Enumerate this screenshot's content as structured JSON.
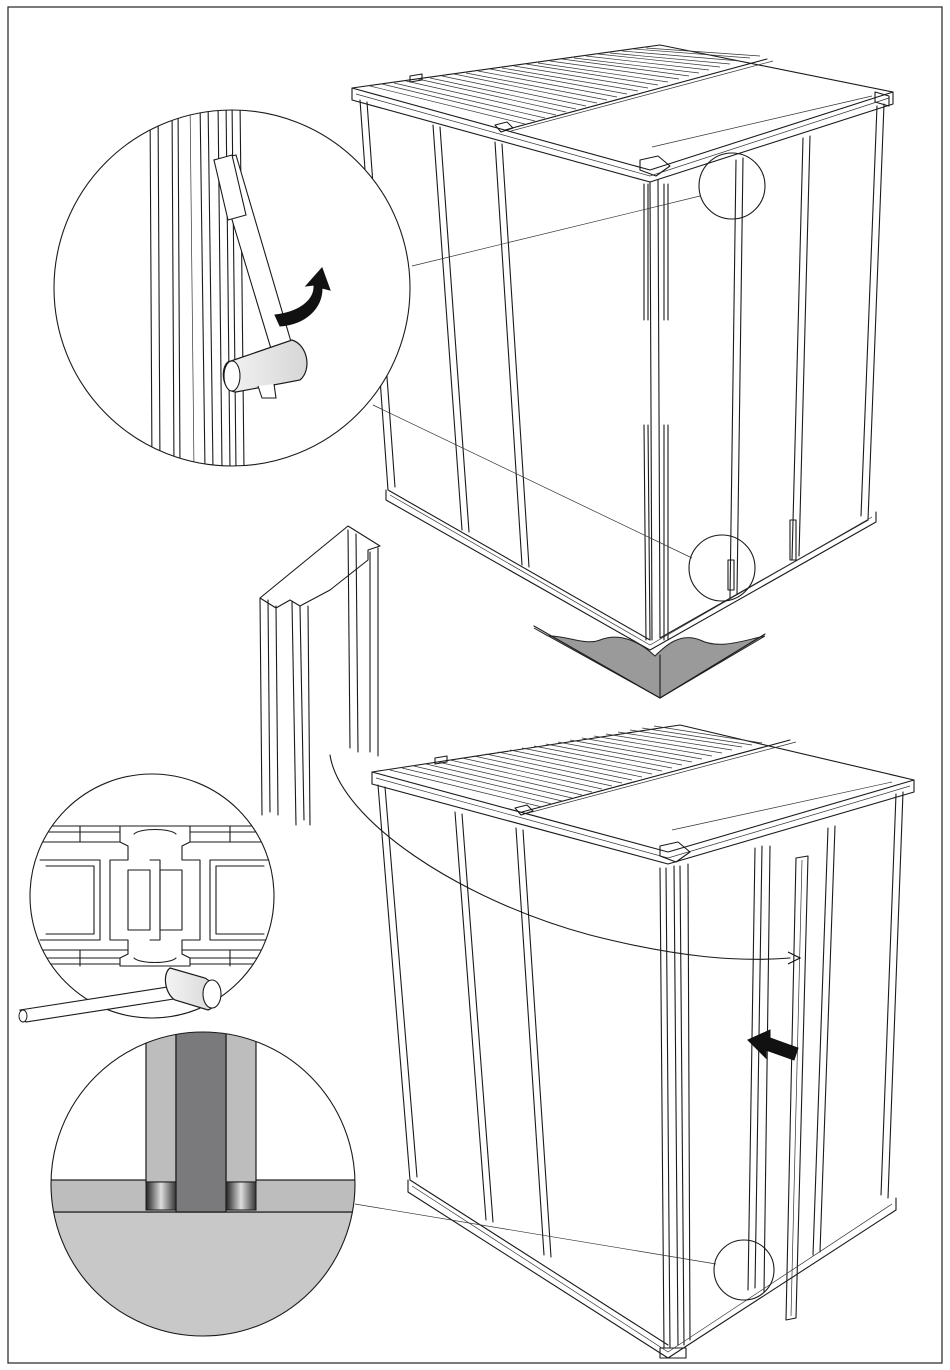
{
  "figure": {
    "kind": "assembly-instruction-illustration",
    "text_labels": [],
    "steps": [
      {
        "step": "top",
        "subject": "shed-corner-assembly",
        "callouts": [
          "mallet-tap-detail"
        ],
        "markers": [
          "curved-arrow-icon"
        ]
      },
      {
        "step": "bottom",
        "subject": "corner-profile-insertion",
        "callouts": [
          "profile-cross-section-detail",
          "floor-joint-detail"
        ],
        "markers": [
          "push-arrow-icon"
        ]
      }
    ],
    "colors": {
      "line": "#1a1a1a",
      "ground": "#9a9a9a",
      "detail_light_gray": "#bdbdbd",
      "detail_mid_gray": "#c8c8c8",
      "detail_dark_gray": "#7a7a7c",
      "arrow": "#111111"
    }
  }
}
